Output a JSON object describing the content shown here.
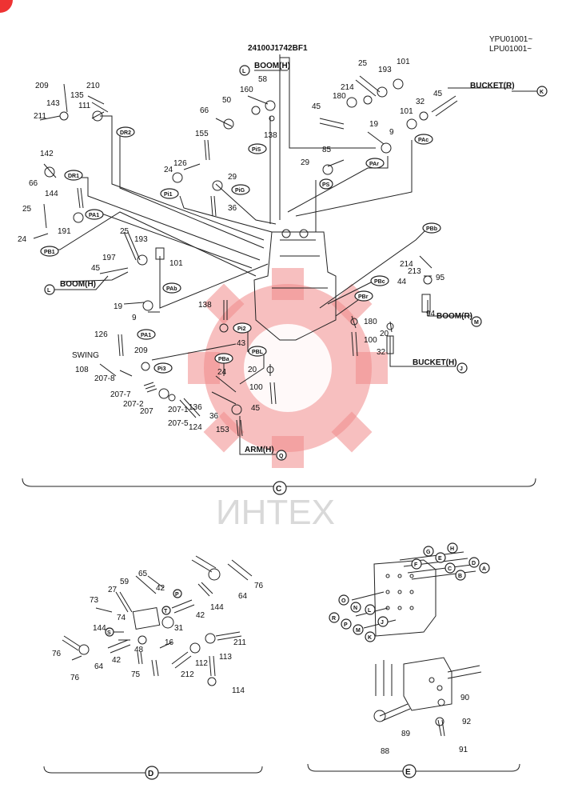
{
  "header": {
    "part_code": "24100J1742BF1",
    "serial_1": "YPU01001~",
    "serial_2": "LPU01001~"
  },
  "watermark": {
    "text": "ИНТЕХ",
    "color": "#f08a8a"
  },
  "views": {
    "c": "C",
    "d": "D",
    "e": "E"
  },
  "ports": {
    "boom_h": "BOOM(H)",
    "boom_h_letter": "L",
    "boom_h2": "BOOM(H)",
    "boom_h2_letter": "L",
    "bucket_r": "BUCKET(R)",
    "bucket_r_letter": "K",
    "boom_r": "BOOM(R)",
    "boom_r_letter": "M",
    "bucket_h": "BUCKET(H)",
    "bucket_h_letter": "J",
    "arm_h": "ARM(H)",
    "arm_h_letter": "Q",
    "swing": "SWING"
  },
  "tags": {
    "dr2": "DR2",
    "dr1": "DR1",
    "pa1_upper": "PA1",
    "pb1": "PB1",
    "pab": "PAb",
    "pa1_lower": "PA1",
    "pis": "PiS",
    "pi1": "Pi1",
    "pig": "PiG",
    "pac": "PAc",
    "par": "PAr",
    "ps": "PS",
    "pbb": "PBb",
    "pbc": "PBc",
    "pbr": "PBr",
    "pi2": "Pi2",
    "pba": "PBa",
    "pbl": "PBL",
    "pi3": "Pi3"
  },
  "callouts_c": [
    "209",
    "210",
    "143",
    "135",
    "111",
    "211",
    "142",
    "66",
    "144",
    "25",
    "191",
    "24",
    "25",
    "193",
    "197",
    "45",
    "19",
    "9",
    "101",
    "126",
    "108",
    "207-8",
    "207-7",
    "207-2",
    "207",
    "207-1",
    "207-5",
    "136",
    "124",
    "209",
    "138",
    "43",
    "24",
    "36",
    "153",
    "45",
    "180",
    "100",
    "20",
    "100",
    "20",
    "32",
    "95",
    "94",
    "213",
    "44",
    "214",
    "58",
    "50",
    "160",
    "66",
    "155",
    "138",
    "24",
    "126",
    "29",
    "36",
    "25",
    "193",
    "101",
    "214",
    "180",
    "45",
    "19",
    "9",
    "85",
    "29",
    "101",
    "32",
    "45"
  ],
  "callouts_d": [
    "76",
    "64",
    "144",
    "65",
    "42",
    "59",
    "27",
    "73",
    "74",
    "31",
    "42",
    "144",
    "76",
    "64",
    "42",
    "48",
    "16",
    "75",
    "212",
    "112",
    "113",
    "211",
    "114",
    "76"
  ],
  "circle_letters_d": [
    "P",
    "T",
    "S"
  ],
  "callouts_e": [
    "90",
    "92",
    "91",
    "89",
    "88"
  ],
  "circle_letters_e": [
    "G",
    "H",
    "F",
    "E",
    "D",
    "C",
    "B",
    "A",
    "O",
    "N",
    "L",
    "R",
    "P",
    "M",
    "K",
    "J"
  ]
}
